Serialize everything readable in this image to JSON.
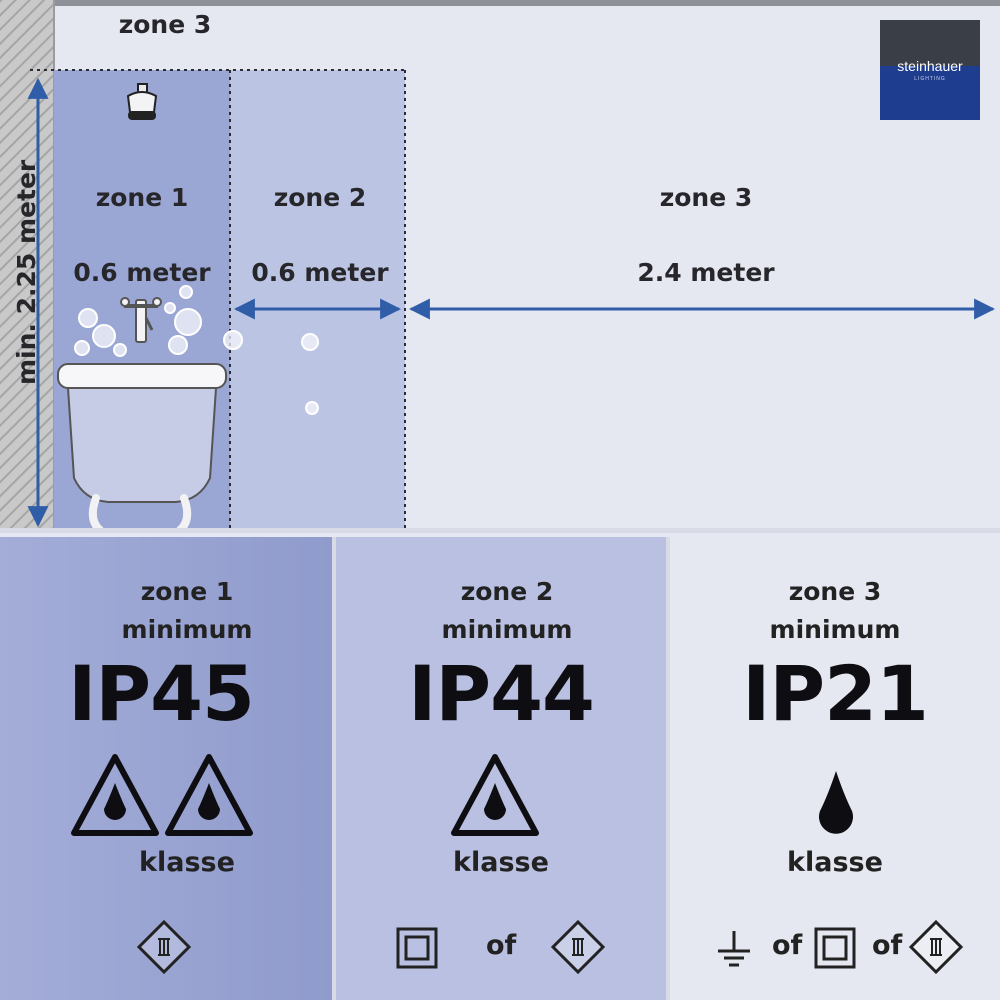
{
  "logo": {
    "name": "steinhauer",
    "sub": "LIGHTING"
  },
  "diagram": {
    "top_label": "zone 3",
    "height_label": "min. 2.25 meter",
    "zones": [
      {
        "title": "zone 1",
        "width": "0.6 meter"
      },
      {
        "title": "zone 2",
        "width": "0.6 meter"
      },
      {
        "title": "zone 3",
        "width": "2.4 meter"
      }
    ]
  },
  "panels": [
    {
      "zone": "zone 1",
      "minimum": "minimum",
      "ip": "IP45",
      "klasse": "klasse",
      "drops": 2,
      "sep": []
    },
    {
      "zone": "zone 2",
      "minimum": "minimum",
      "ip": "IP44",
      "klasse": "klasse",
      "drops": 1,
      "sep": [
        "of"
      ]
    },
    {
      "zone": "zone 3",
      "minimum": "minimum",
      "ip": "IP21",
      "klasse": "klasse",
      "drops": 1,
      "sep": [
        "of",
        "of"
      ]
    }
  ],
  "colors": {
    "zone1": "#9aa6d3",
    "zone2": "#bcc4e3",
    "zone3": "#e6e8f1",
    "arrow": "#2f5da8"
  }
}
